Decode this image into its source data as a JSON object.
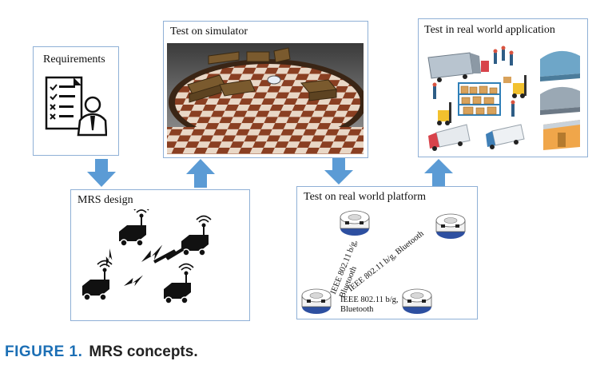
{
  "boxes": {
    "requirements": "Requirements",
    "simulator": "Test on simulator",
    "real_app": "Test in real world application",
    "mrs_design": "MRS design",
    "real_platform": "Test on real world platform"
  },
  "links": {
    "link1_line1": "IEEE 802.11 b/g,",
    "link1_line2": "Bluetooth",
    "link2": "IEEE 802.11 b/g, Bluetooth",
    "link3_line1": "IEEE 802.11 b/g,",
    "link3_line2": "Bluetooth"
  },
  "caption": {
    "figure": "FIGURE 1.",
    "text": "MRS concepts."
  },
  "colors": {
    "box_border": "#8fb0d6",
    "arrow": "#5b9bd5",
    "caption_blue": "#1c6fb5"
  },
  "icons": [
    "checklist-person-icon",
    "robot-antenna-icon",
    "lightning-icon",
    "warehouse-icon",
    "truck-icon",
    "forklift-icon",
    "mobile-robot-icon"
  ]
}
